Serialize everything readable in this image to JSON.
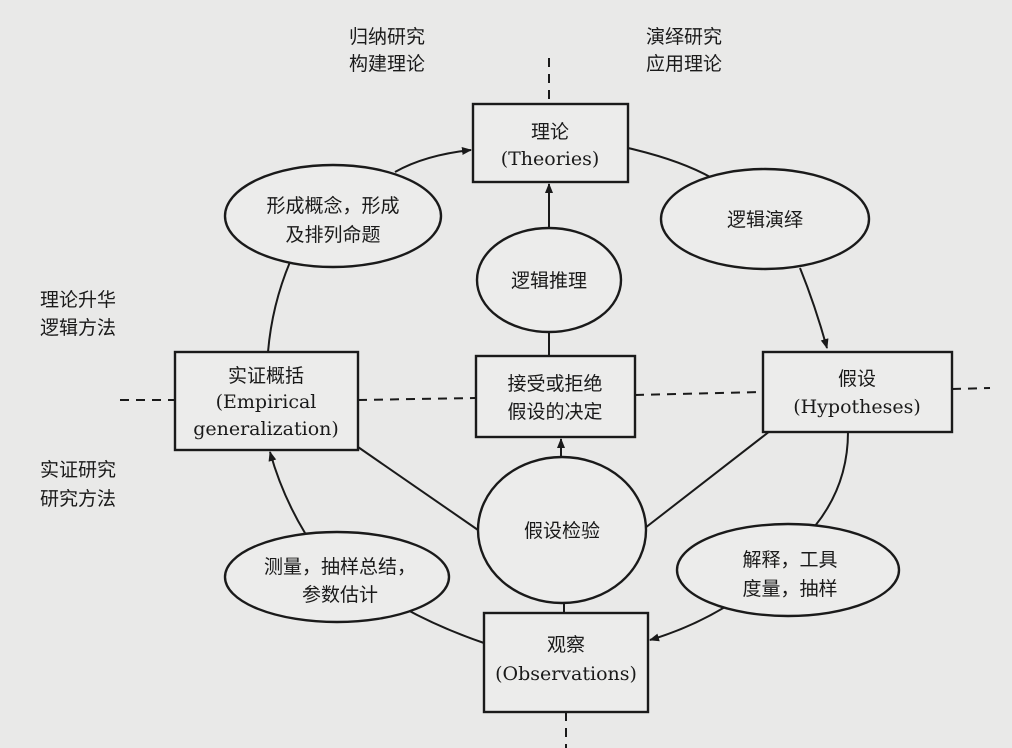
{
  "top_labels": {
    "left": [
      "归纳研究",
      "构建理论"
    ],
    "right": [
      "演绎研究",
      "应用理论"
    ]
  },
  "side_labels": {
    "upper": [
      "理论升华",
      "逻辑方法"
    ],
    "lower": [
      "实证研究",
      "研究方法"
    ]
  },
  "boxes": {
    "theories": [
      "理论",
      "(Theories)"
    ],
    "empirical": [
      "实证概括",
      "(Empirical",
      "generalization)"
    ],
    "decision": [
      "接受或拒绝",
      "假设的决定"
    ],
    "hypotheses": [
      "假设",
      "(Hypotheses)"
    ],
    "observations": [
      "观察",
      "(Observations)"
    ]
  },
  "ellipses": {
    "concepts": [
      "形成概念，形成",
      "及排列命题"
    ],
    "deduction": [
      "逻辑演绎"
    ],
    "inference": [
      "逻辑推理"
    ],
    "testing": [
      "假设检验"
    ],
    "measurement": [
      "测量，抽样总结，",
      "参数估计"
    ],
    "instrumentation": [
      "解释，工具",
      "度量，抽样"
    ]
  }
}
